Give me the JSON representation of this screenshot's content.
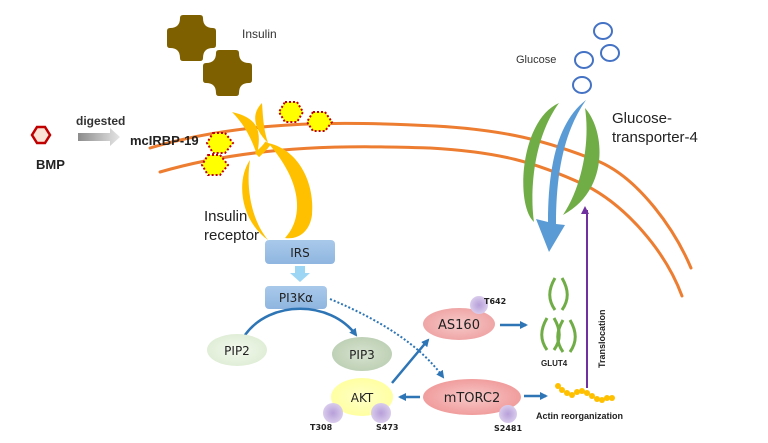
{
  "title": "mcIRBP-19 insulin signaling and GLUT4 translocation pathway",
  "colors": {
    "membrane": "#ED7D31",
    "insulin": "#7F6000",
    "receptor": "#FFC000",
    "peptide_fill": "#FFFF00",
    "peptide_border": "#C00000",
    "glucose": "#4472C4",
    "glut4": "#70AD47",
    "glucose_flow": "#5B9BD5",
    "node_box": "#9DC3E6",
    "arrow": "#2E75B6",
    "translocation": "#7030A0",
    "actin": "#FFC000",
    "phospho": "#B4A7D6",
    "pip2": "#E2F0D9",
    "pip3": "#C5D6BD",
    "akt": "#FFFF99",
    "as160": "#F4B5B5",
    "mtorc2": "#F4A3A3"
  },
  "labels": {
    "bmp": "BMP",
    "digested": "digested",
    "peptide": "mcIRBP-19",
    "insulin": "Insulin",
    "insulin_receptor_line1": "Insulin",
    "insulin_receptor_line2": "receptor",
    "glucose": "Glucose",
    "glut4_line1": "Glucose-",
    "glut4_line2": "transporter-4",
    "translocation": "Translocation",
    "actin": "Actin reorganization",
    "glut4_vesicles": "GLUT4"
  },
  "nodes": {
    "irs": "IRS",
    "pi3k": "PI3Kα",
    "pip2": "PIP2",
    "pip3": "PIP3",
    "akt": "AKT",
    "as160": "AS160",
    "mtorc2": "mTORC2"
  },
  "phosphosites": {
    "akt_t308": "T308",
    "akt_s473": "S473",
    "as160_t642": "T642",
    "mtorc2_s2481": "S2481"
  }
}
